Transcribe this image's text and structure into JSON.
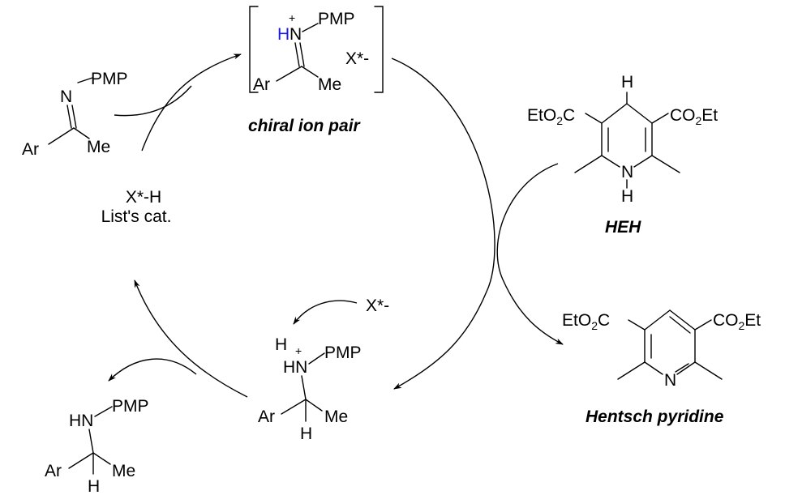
{
  "structures": {
    "imine": {
      "pmp": "PMP",
      "n": "N",
      "ar": "Ar",
      "me": "Me"
    },
    "ion_pair": {
      "plus": "+",
      "h": "H",
      "n": "N",
      "pmp": "PMP",
      "ar": "Ar",
      "me": "Me",
      "counterion": "X*-",
      "caption": "chiral ion pair",
      "h_color": "#1a1adb"
    },
    "catalyst": {
      "line1": "X*-H",
      "line2": "List's cat."
    },
    "heh": {
      "h_top": "H",
      "ester_left_a": "EtO",
      "ester_left_sub": "2",
      "ester_left_b": "C",
      "ester_right_a": "CO",
      "ester_right_sub": "2",
      "ester_right_b": "Et",
      "nh_n": "N",
      "nh_h": "H",
      "caption": "HEH"
    },
    "pyridine": {
      "ester_left_a": "EtO",
      "ester_left_sub": "2",
      "ester_left_b": "C",
      "ester_right_a": "CO",
      "ester_right_sub": "2",
      "ester_right_b": "Et",
      "n": "N",
      "caption": "Hentsch pyridine"
    },
    "ammonium": {
      "h": "H",
      "plus": "+",
      "hn": "HN",
      "pmp": "PMP",
      "ar": "Ar",
      "me": "Me",
      "h_bottom": "H",
      "counterion": "X*-"
    },
    "amine": {
      "hn": "HN",
      "pmp": "PMP",
      "ar": "Ar",
      "me": "Me",
      "h_bottom": "H"
    }
  }
}
